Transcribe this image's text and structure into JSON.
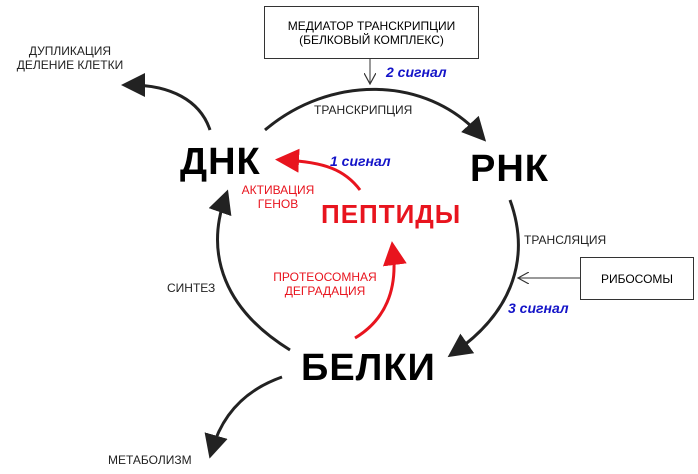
{
  "nodes": {
    "dna": "ДНК",
    "rna": "РНК",
    "proteins": "БЕЛКИ",
    "peptides": "ПЕПТИДЫ"
  },
  "boxes": {
    "mediator": [
      "МЕДИАТОР ТРАНСКРИПЦИИ",
      "(БЕЛКОВЫЙ КОМПЛЕКС)"
    ],
    "ribosomes": "РИБОСОМЫ"
  },
  "labels": {
    "duplication": [
      "ДУПЛИКАЦИЯ",
      "ДЕЛЕНИЕ КЛЕТКИ"
    ],
    "transcription": "ТРАНСКРИПЦИЯ",
    "translation": "ТРАНСЛЯЦИЯ",
    "synthesis": "СИНТЕЗ",
    "metabolism": "МЕТАБОЛИЗМ",
    "gene_activation": [
      "АКТИВАЦИЯ",
      "ГЕНОВ"
    ],
    "proteasome_degradation": [
      "ПРОТЕОСОМНАЯ",
      "ДЕГРАДАЦИЯ"
    ]
  },
  "signals": {
    "signal1": "1 сигнал",
    "signal2": "2 сигнал",
    "signal3": "3 сигнал"
  },
  "colors": {
    "cycle_arrows": "#222222",
    "regulation": "#e8141e",
    "signal_text": "#1414c8"
  }
}
